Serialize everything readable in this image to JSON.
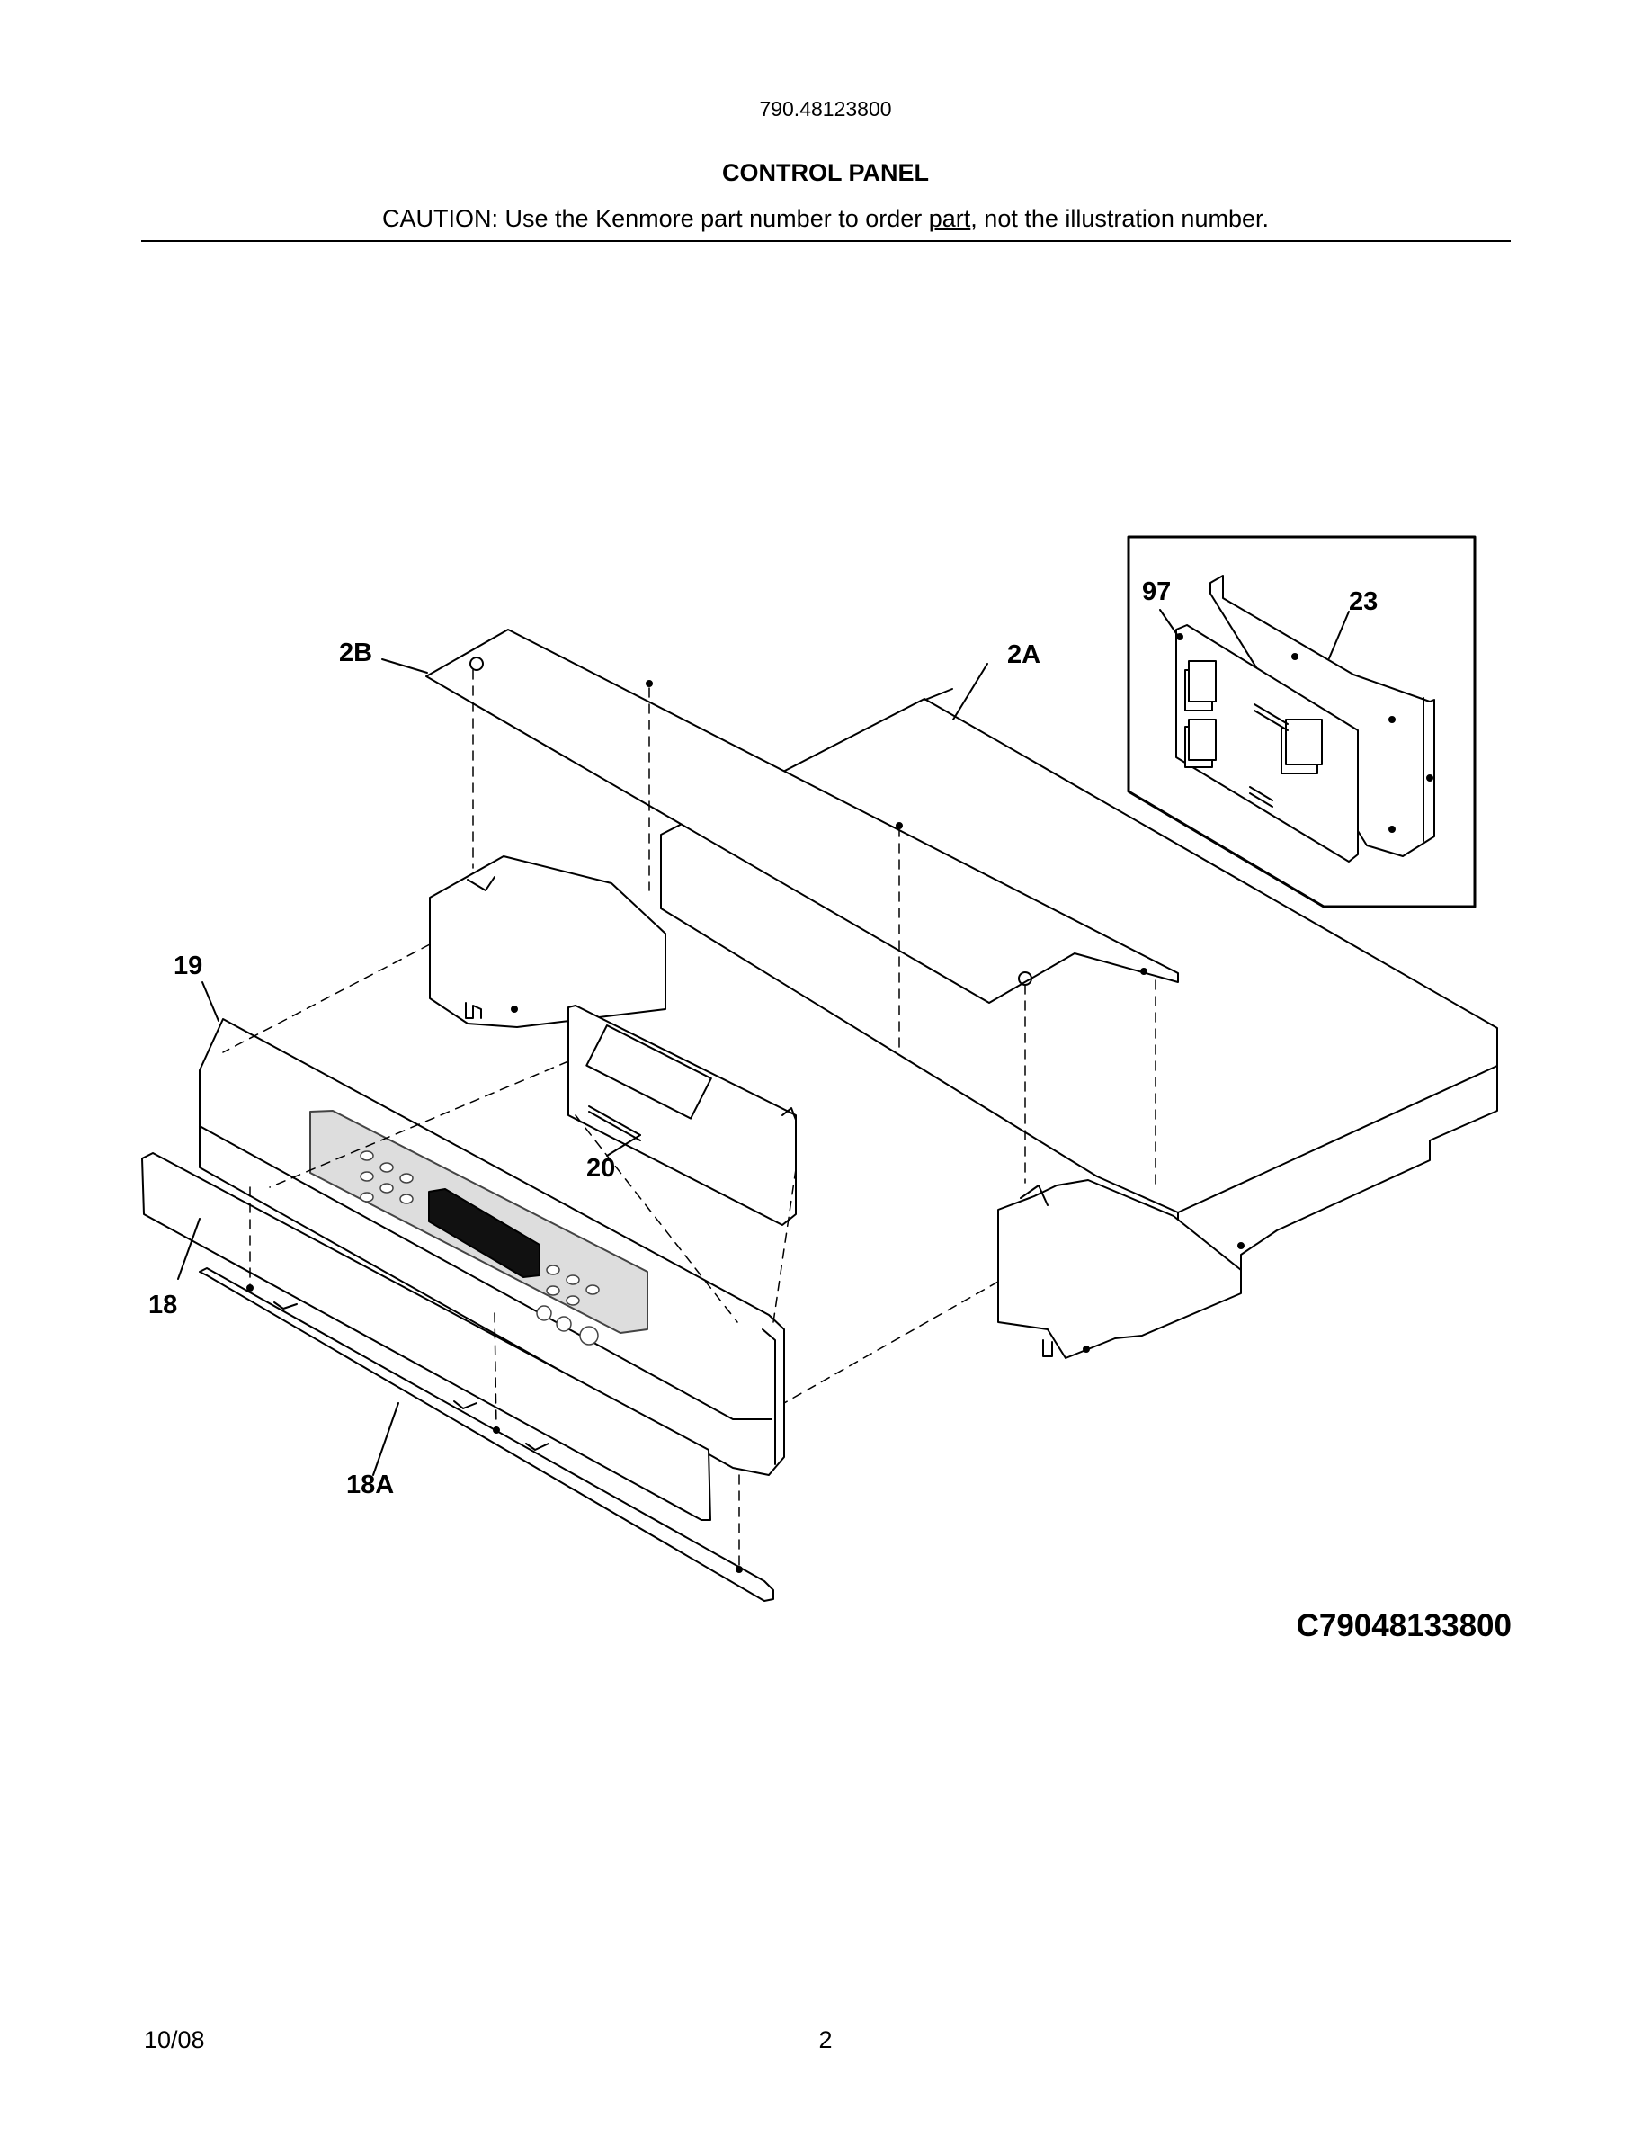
{
  "header": {
    "model_number": "790.48123800",
    "title": "CONTROL PANEL",
    "caution_before": "CAUTION: Use the Kenmore part number to order ",
    "caution_underlined": "part",
    "caution_after": ", not the illustration number."
  },
  "callouts": {
    "c97": "97",
    "c23": "23",
    "c2B": "2B",
    "c2A": "2A",
    "c19": "19",
    "c20": "20",
    "c18": "18",
    "c18A": "18A"
  },
  "diagram_code": "C79048133800",
  "footer": {
    "date": "10/08",
    "page": "2"
  }
}
